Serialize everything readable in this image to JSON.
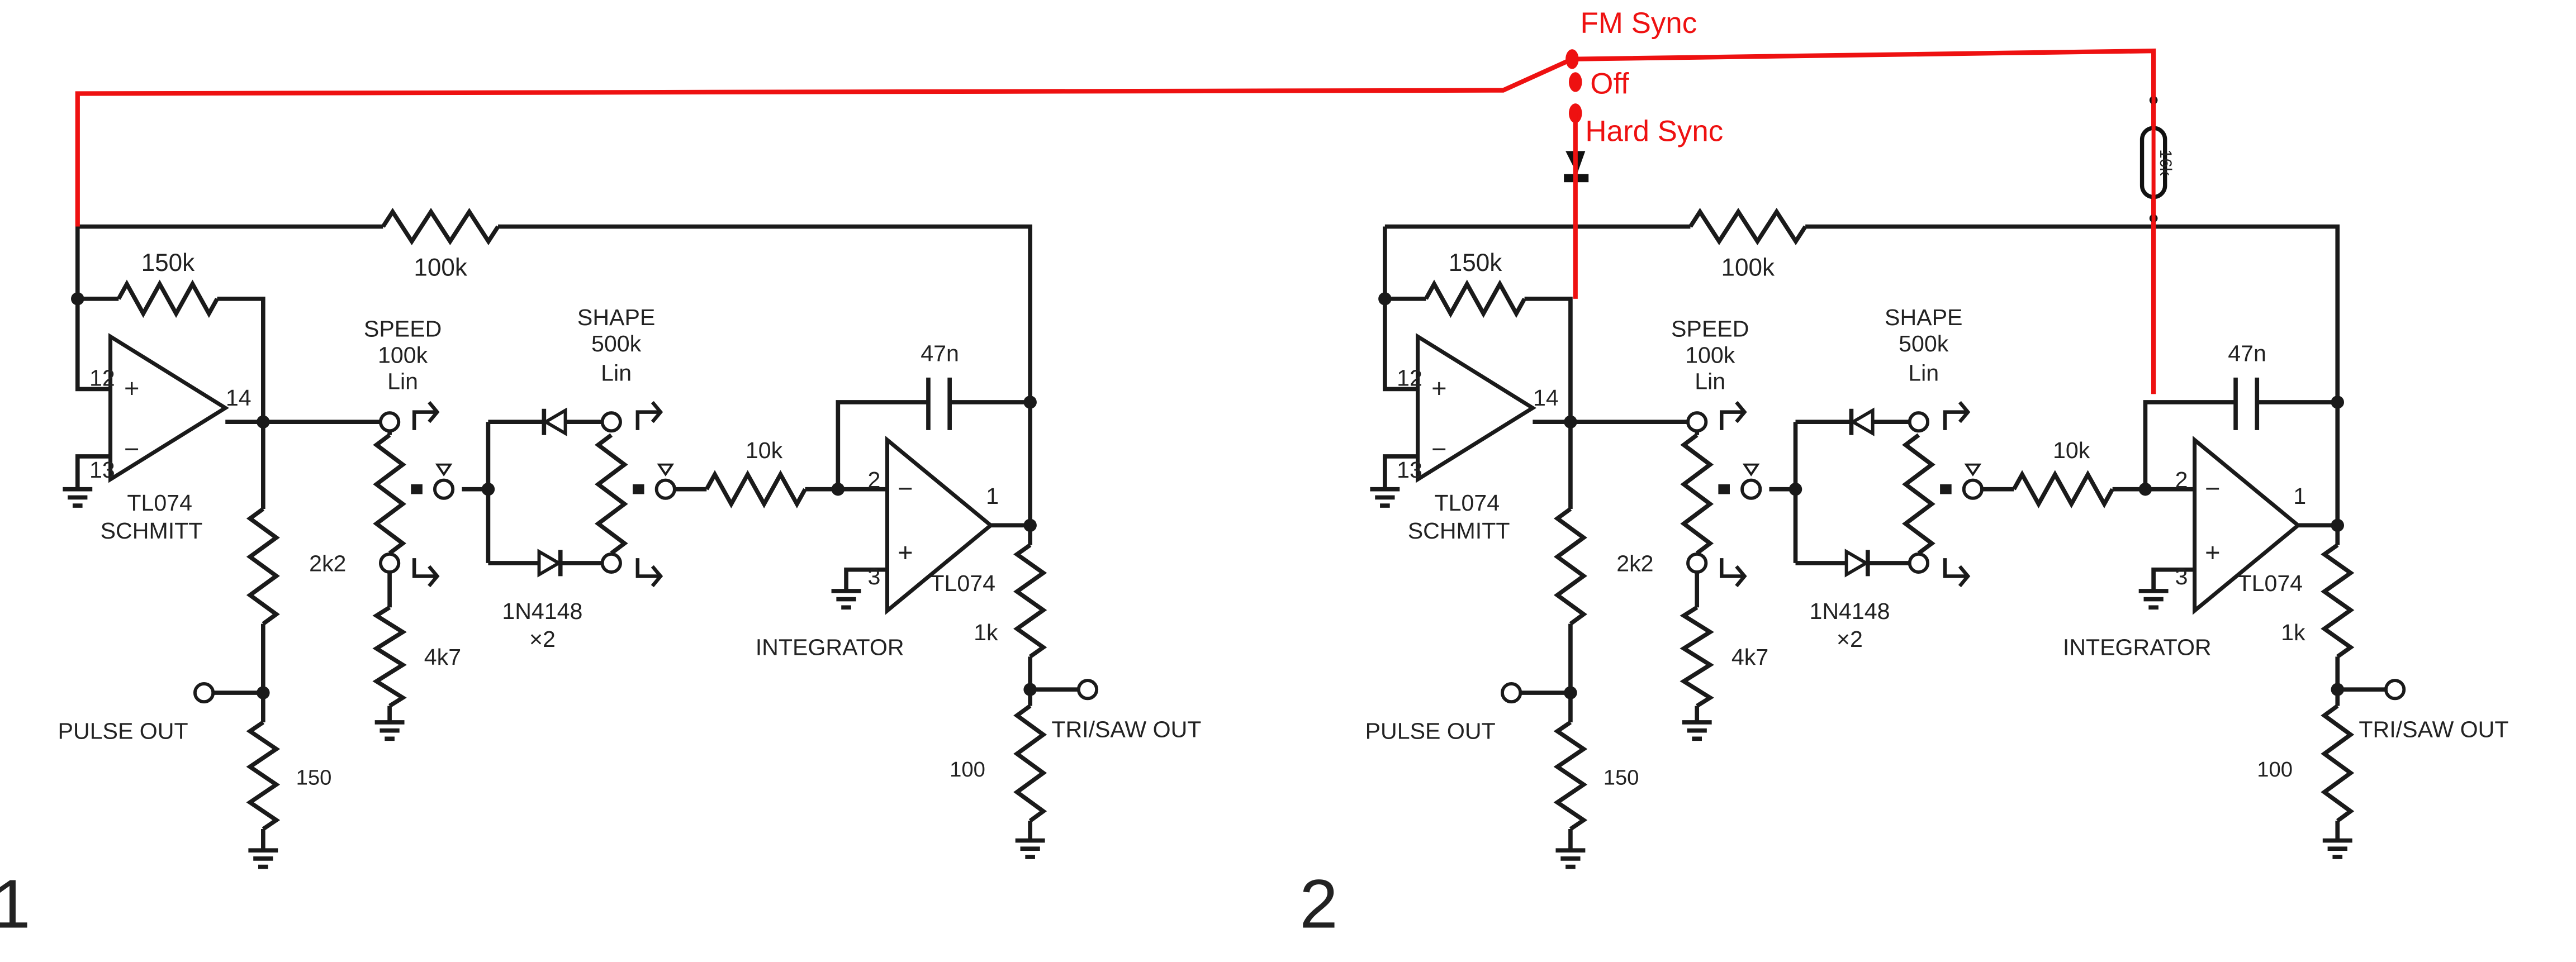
{
  "colors": {
    "wire": "#1a1a1a",
    "sync": "#ee1111",
    "background": "#ffffff"
  },
  "switch": {
    "fm_sync": "FM Sync",
    "off": "Off",
    "hard_sync": "Hard Sync",
    "fm_resistor": "16k",
    "selected_position": "FM Sync"
  },
  "circuits": [
    {
      "number": "1",
      "labels": {
        "r_feedback_top": "100k",
        "r_hyst": "150k",
        "pin12": "12",
        "pin13": "13",
        "pin14": "14",
        "plus": "+",
        "minus": "−",
        "schmitt_chip": "TL074",
        "schmitt": "SCHMITT",
        "speed": "SPEED",
        "speed_value": "100k",
        "speed_taper": "Lin",
        "shape": "SHAPE",
        "shape_value": "500k",
        "shape_taper": "Lin",
        "diodes": "1N4148",
        "diodes_count": "×2",
        "r_in": "10k",
        "cap": "47n",
        "pin2": "2",
        "pin3": "3",
        "pin1": "1",
        "int_chip": "TL074",
        "integrator": "INTEGRATOR",
        "r_2k2": "2k2",
        "r_4k7": "4k7",
        "pulse_out": "PULSE OUT",
        "r_150": "150",
        "r_1k": "1k",
        "tri_saw_out": "TRI/SAW OUT",
        "r_100": "100"
      }
    },
    {
      "number": "2",
      "labels": {
        "r_feedback_top": "100k",
        "r_hyst": "150k",
        "pin12": "12",
        "pin13": "13",
        "pin14": "14",
        "plus": "+",
        "minus": "−",
        "schmitt_chip": "TL074",
        "schmitt": "SCHMITT",
        "speed": "SPEED",
        "speed_value": "100k",
        "speed_taper": "Lin",
        "shape": "SHAPE",
        "shape_value": "500k",
        "shape_taper": "Lin",
        "diodes": "1N4148",
        "diodes_count": "×2",
        "r_in": "10k",
        "cap": "47n",
        "pin2": "2",
        "pin3": "3",
        "pin1": "1",
        "int_chip": "TL074",
        "integrator": "INTEGRATOR",
        "r_2k2": "2k2",
        "r_4k7": "4k7",
        "pulse_out": "PULSE OUT",
        "r_150": "150",
        "r_1k": "1k",
        "tri_saw_out": "TRI/SAW OUT",
        "r_100": "100"
      }
    }
  ]
}
